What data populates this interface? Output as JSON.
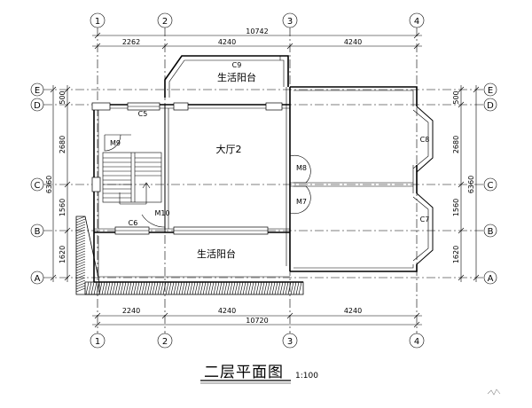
{
  "drawing": {
    "title": "二层平面图",
    "scale": "1:100"
  },
  "axes": {
    "columns": [
      "1",
      "2",
      "3",
      "4"
    ],
    "rows": [
      "E",
      "D",
      "C",
      "B",
      "A"
    ]
  },
  "dimensions": {
    "top_total": "10742",
    "top_segments": [
      "2262",
      "4240",
      "4240"
    ],
    "bottom_total": "10720",
    "bottom_segments": [
      "2240",
      "4240",
      "4240"
    ],
    "left_segments": [
      "500",
      "2680",
      "1560",
      "1620"
    ],
    "left_total": "6360",
    "right_segments": [
      "500",
      "2680",
      "1560",
      "1620"
    ],
    "right_total": "6360"
  },
  "rooms": {
    "balcony_top": "生活阳台",
    "hall": "大厅2",
    "balcony_bottom": "生活阳台"
  },
  "openings": {
    "c9": "C9",
    "c5": "C5",
    "m9": "M9",
    "c8": "C8",
    "m8": "M8",
    "m7": "M7",
    "c7": "C7",
    "c6": "C6",
    "m10": "M10"
  }
}
